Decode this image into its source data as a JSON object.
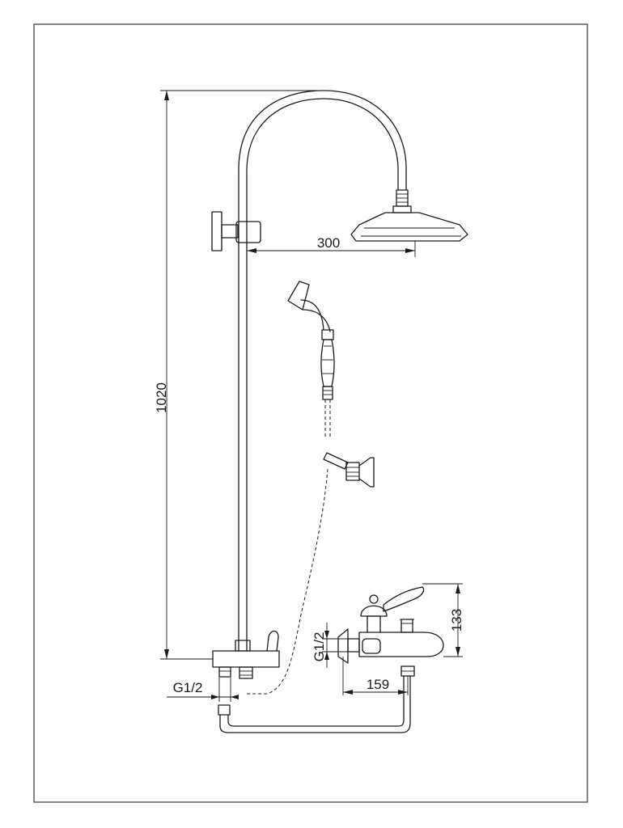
{
  "dimensions": {
    "height_total": "1020",
    "head_reach": "300",
    "mixer_height": "133",
    "mixer_length": "159",
    "inlet_left": "G1/2",
    "inlet_right": "G1/2"
  }
}
